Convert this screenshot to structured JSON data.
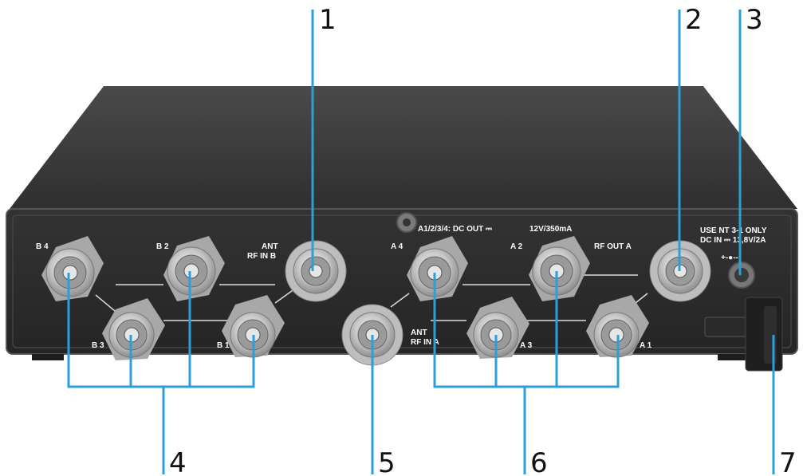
{
  "colors": {
    "leader_line": "#2a9fd8",
    "housing_top": "#3a3a3a",
    "front_panel": "#2b2b2b",
    "connector_metal": "#c8c8c8",
    "panel_text": "#ffffff"
  },
  "panel_labels": {
    "b4": "B 4",
    "b2": "B 2",
    "b3": "B 3",
    "b1": "B 1",
    "ant_rf_in_b_1": "ANT",
    "ant_rf_in_b_2": "RF IN B",
    "dc_out": "A1/2/3/4: DC OUT ⎓",
    "dc_rating": "12V/350mA",
    "a4": "A 4",
    "a2": "A 2",
    "a3": "A 3",
    "a1": "A 1",
    "rf_out_a": "RF OUT A",
    "ant_rf_in_a_1": "ANT",
    "ant_rf_in_a_2": "RF IN A",
    "use_only": "USE NT 3-1 ONLY",
    "dc_in": "DC IN ⎓ 13,8V/2A",
    "polarity": "+-●--"
  },
  "callouts": {
    "c1": "1",
    "c2": "2",
    "c3": "3",
    "c4": "4",
    "c5": "5",
    "c6": "6",
    "c7": "7"
  }
}
